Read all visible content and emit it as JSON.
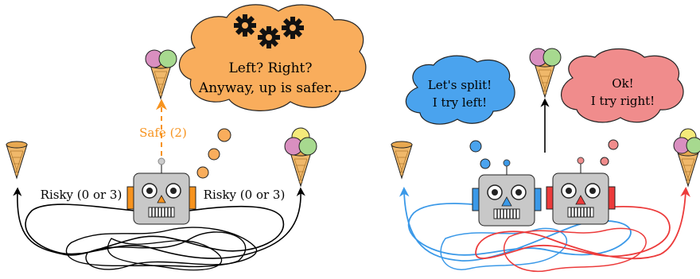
{
  "left_panel": {
    "thought_line1": "Left? Right?",
    "thought_line2": "Anyway, up is safer...",
    "safe_label": "Safe (2)",
    "risky_left_label": "Risky (0 or 3)",
    "risky_right_label": "Risky (0 or 3)"
  },
  "right_panel": {
    "blue_thought_line1": "Let's split!",
    "blue_thought_line2": "I try left!",
    "red_thought_line1": "Ok!",
    "red_thought_line2": "I try right!"
  },
  "colors": {
    "orange": "#f7931e",
    "cloud_orange": "#f9ad5c",
    "blue": "#3b99e8",
    "cloud_blue": "#4aa3ee",
    "red": "#ec3b3b",
    "cloud_red": "#f08c8c",
    "robot_gray": "#c8c8c8",
    "cone": "#f0b86a",
    "scoop_pink": "#d98fc0",
    "scoop_green": "#a7d98f",
    "scoop_yellow": "#f5ea7a"
  }
}
